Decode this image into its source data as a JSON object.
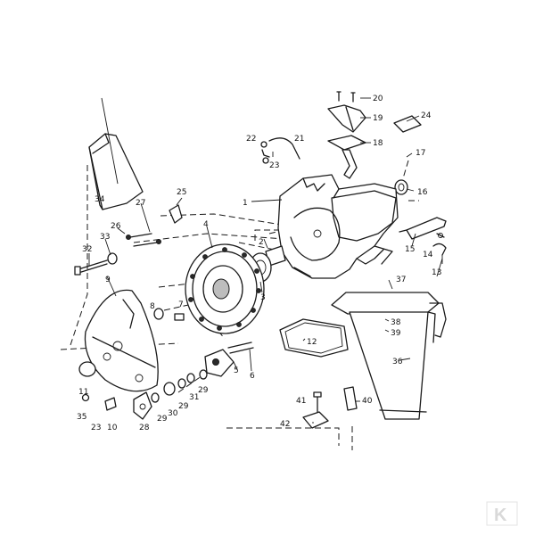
{
  "callouts": [
    {
      "id": "c1",
      "text": "1"
    },
    {
      "id": "c2",
      "text": "2"
    },
    {
      "id": "c3",
      "text": "3"
    },
    {
      "id": "c4",
      "text": "4"
    },
    {
      "id": "c5",
      "text": "5"
    },
    {
      "id": "c6",
      "text": "6"
    },
    {
      "id": "c7",
      "text": "7"
    },
    {
      "id": "c8",
      "text": "8"
    },
    {
      "id": "c9",
      "text": "9"
    },
    {
      "id": "c10",
      "text": "10"
    },
    {
      "id": "c11",
      "text": "11"
    },
    {
      "id": "c12",
      "text": "12"
    },
    {
      "id": "c13",
      "text": "13"
    },
    {
      "id": "c14",
      "text": "14"
    },
    {
      "id": "c15",
      "text": "15"
    },
    {
      "id": "c16",
      "text": "16"
    },
    {
      "id": "c17",
      "text": "17"
    },
    {
      "id": "c18",
      "text": "18"
    },
    {
      "id": "c19",
      "text": "19"
    },
    {
      "id": "c20",
      "text": "20"
    },
    {
      "id": "c21",
      "text": "21"
    },
    {
      "id": "c22",
      "text": "22"
    },
    {
      "id": "c23a",
      "text": "23"
    },
    {
      "id": "c23b",
      "text": "23"
    },
    {
      "id": "c24",
      "text": "24"
    },
    {
      "id": "c25",
      "text": "25"
    },
    {
      "id": "c26",
      "text": "26"
    },
    {
      "id": "c27",
      "text": "27"
    },
    {
      "id": "c28",
      "text": "28"
    },
    {
      "id": "c29a",
      "text": "29"
    },
    {
      "id": "c29b",
      "text": "29"
    },
    {
      "id": "c29c",
      "text": "29"
    },
    {
      "id": "c30",
      "text": "30"
    },
    {
      "id": "c31",
      "text": "31"
    },
    {
      "id": "c32",
      "text": "32"
    },
    {
      "id": "c33",
      "text": "33"
    },
    {
      "id": "c34",
      "text": "34"
    },
    {
      "id": "c35",
      "text": "35"
    },
    {
      "id": "c36",
      "text": "36"
    },
    {
      "id": "c37",
      "text": "37"
    },
    {
      "id": "c38",
      "text": "38"
    },
    {
      "id": "c39",
      "text": "39"
    },
    {
      "id": "c40",
      "text": "40"
    },
    {
      "id": "c41",
      "text": "41"
    },
    {
      "id": "c42",
      "text": "42"
    }
  ],
  "watermark": "K",
  "colors": {
    "ink": "#1a1a1a",
    "paper": "#ffffff",
    "watermark": "#d9d9d9"
  }
}
